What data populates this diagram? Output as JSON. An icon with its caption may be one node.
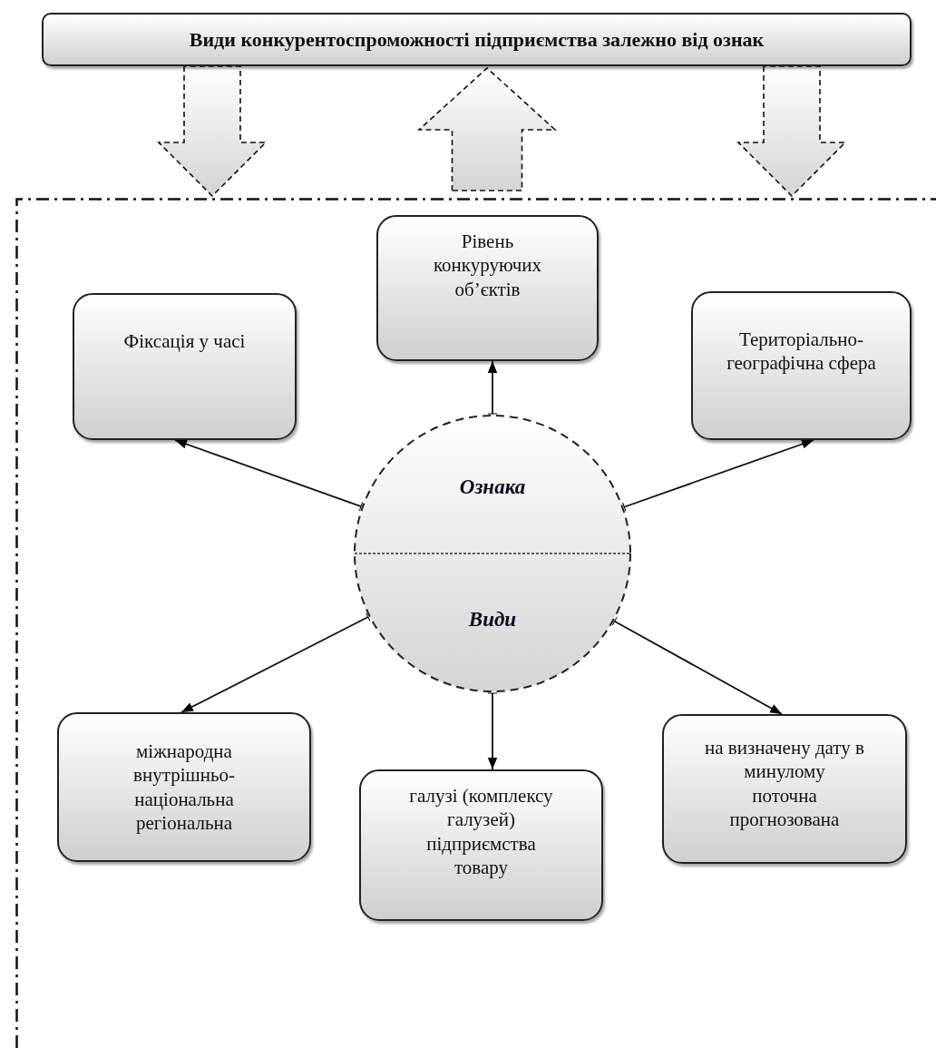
{
  "diagram": {
    "nodes": [
      {
        "text": [
          "Види конкурентоспроможності підприємства залежно від ознак"
        ]
      },
      {
        "text": [],
        "shape": "box"
      },
      {
        "text": [
          "Рівень конкуруючих об’єктів"
        ],
        "in": 1
      },
      {
        "text": [
          "Фіксація у часі"
        ],
        "in": 1
      },
      {
        "text": [
          "Територіально-географічна сфера"
        ],
        "in": 1
      },
      {
        "text": [
          "Ознака",
          "Види"
        ],
        "in": 1
      },
      {
        "text": [
          "міжнародна",
          "внутрішньо-національна",
          "регіональна"
        ],
        "in": 1
      },
      {
        "text": [
          "на визначену дату в минулому",
          "поточна",
          "прогнозована"
        ],
        "in": 1
      },
      {
        "text": [
          "галузі (комплексу галузей)",
          "підприємства",
          "товару"
        ],
        "in": 1
      }
    ],
    "edges": [
      {
        "from": 0,
        "to": 1,
        "arrow": "to",
        "style": "dashed"
      },
      {
        "from": 1,
        "to": 0,
        "arrow": "to",
        "style": "dashed"
      },
      {
        "from": 0,
        "to": 1,
        "arrow": "to",
        "style": "dashed"
      },
      {
        "from": 5,
        "to": 2,
        "arrow": "to"
      },
      {
        "from": 5,
        "to": 3,
        "arrow": "to"
      },
      {
        "from": 5,
        "to": 4,
        "arrow": "to"
      },
      {
        "from": 5,
        "to": 6,
        "arrow": "to"
      },
      {
        "from": 5,
        "to": 8,
        "arrow": "to"
      },
      {
        "from": 5,
        "to": 7,
        "arrow": "to"
      }
    ]
  }
}
